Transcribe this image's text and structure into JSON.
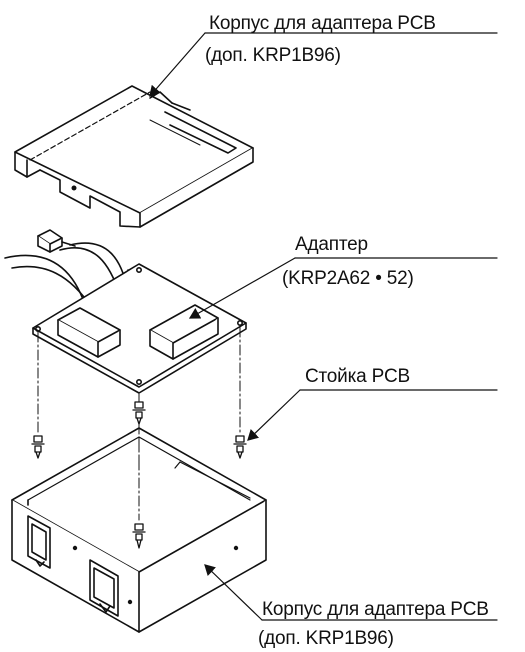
{
  "labels": {
    "top_cover_line1": "Корпус для адаптера PCB",
    "top_cover_line2": "(доп. KRP1B96)",
    "adapter_line1": "Адаптер",
    "adapter_line2": "(KRP2A62 • 52)",
    "standoff": "Стойка PCB",
    "bottom_case_line1": "Корпус для адаптера PCB",
    "bottom_case_line2": "(доп. KRP1B96)"
  },
  "colors": {
    "line": "#111111",
    "background": "#ffffff"
  }
}
